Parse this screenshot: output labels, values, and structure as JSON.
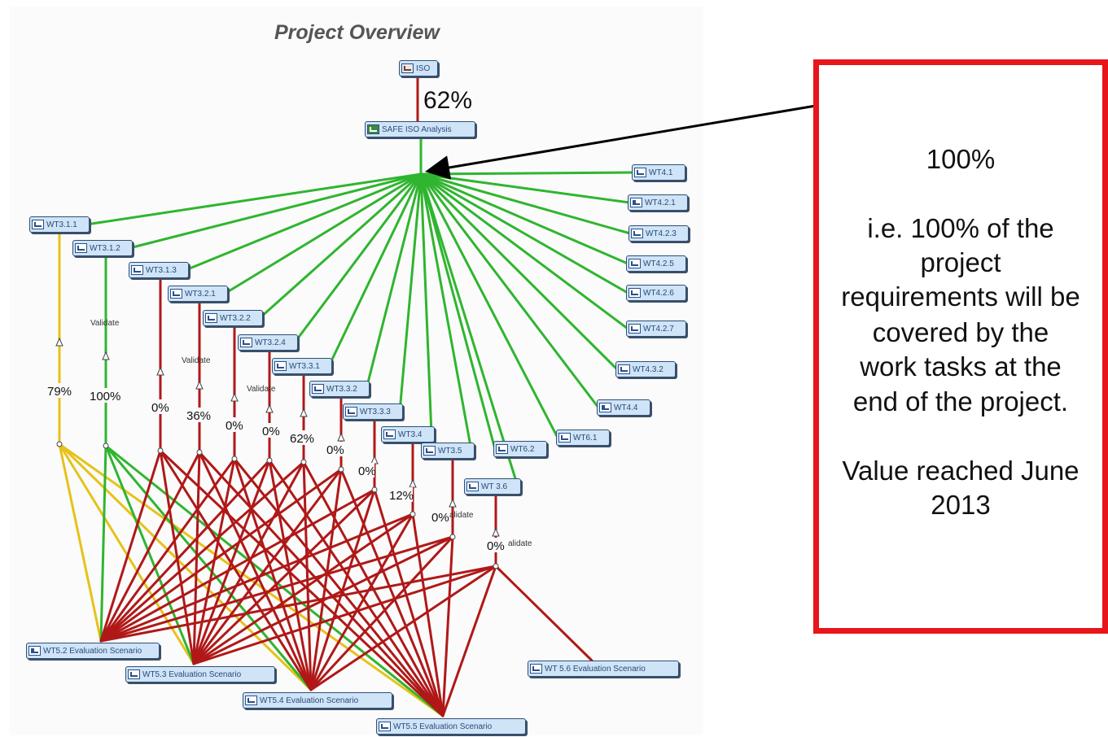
{
  "title": "Project Overview",
  "root_node": {
    "label": "ISO",
    "icon": "document-icon"
  },
  "root_link_value": "62%",
  "analysis_node": {
    "label": "SAFE ISO Analysis",
    "icon": "analysis-icon"
  },
  "work_tasks": [
    {
      "label": "WT3.1.1",
      "value": "79%",
      "validate": "",
      "link_color": "#e6c21a",
      "icon": "chart-icon"
    },
    {
      "label": "WT3.1.2",
      "value": "100%",
      "validate": "Validate",
      "link_color": "#2fb52f",
      "icon": "chart-icon"
    },
    {
      "label": "WT3.1.3",
      "value": "0%",
      "validate": "",
      "link_color": "#b01818",
      "icon": "chart-icon"
    },
    {
      "label": "WT3.2.1",
      "value": "36%",
      "validate": "Validate",
      "link_color": "#b01818",
      "icon": "chart-icon"
    },
    {
      "label": "WT3.2.2",
      "value": "0%",
      "validate": "",
      "link_color": "#b01818",
      "icon": "chart-icon"
    },
    {
      "label": "WT3.2.4",
      "value": "0%",
      "validate": "Validate",
      "link_color": "#b01818",
      "icon": "chart-icon"
    },
    {
      "label": "WT3.3.1",
      "value": "62%",
      "validate": "",
      "link_color": "#b01818",
      "icon": "chart-icon"
    },
    {
      "label": "WT3.3.2",
      "value": "0%",
      "validate": "",
      "link_color": "#b01818",
      "icon": "chart-icon"
    },
    {
      "label": "WT3.3.3",
      "value": "0%",
      "validate": "",
      "link_color": "#b01818",
      "icon": "chart-icon"
    },
    {
      "label": "WT3.4",
      "value": "12%",
      "validate": "",
      "link_color": "#b01818",
      "icon": "chart-icon"
    },
    {
      "label": "WT3.5",
      "value": "0%",
      "validate": "alidate",
      "link_color": "#b01818",
      "icon": "chart-icon"
    },
    {
      "label": "WT 3.6",
      "value": "0%",
      "validate": "alidate",
      "link_color": "#b01818",
      "icon": "chart-icon"
    }
  ],
  "right_tasks": [
    {
      "label": "WT4.1",
      "icon": "chart-icon"
    },
    {
      "label": "WT4.2.1",
      "icon": "bar-chart-icon"
    },
    {
      "label": "WT4.2.3",
      "icon": "chart-icon"
    },
    {
      "label": "WT4.2.5",
      "icon": "chart-icon"
    },
    {
      "label": "WT4.2.6",
      "icon": "chart-icon"
    },
    {
      "label": "WT4.2.7",
      "icon": "chart-icon"
    },
    {
      "label": "WT4.3.2",
      "icon": "chart-icon"
    },
    {
      "label": "WT4.4",
      "icon": "bar-chart-icon"
    },
    {
      "label": "WT6.1",
      "icon": "chart-icon"
    },
    {
      "label": "WT6.2",
      "icon": "chart-icon"
    }
  ],
  "scenarios": [
    {
      "label": "WT5.2 Evaluation Scenario",
      "icon": "bar-chart-icon"
    },
    {
      "label": "WT5.3 Evaluation Scenario",
      "icon": "chart-icon"
    },
    {
      "label": "WT5.4 Evaluation Scenario",
      "icon": "chart-icon"
    },
    {
      "label": "WT5.5 Evaluation Scenario",
      "icon": "chart-icon"
    },
    {
      "label": "WT 5.6 Evaluation Scenario",
      "icon": "chart-icon"
    }
  ],
  "colors": {
    "green_link": "#2fb52f",
    "red_link": "#b01818",
    "yellow_link": "#e6c21a",
    "callout_border": "#e8151b"
  },
  "callout": {
    "line1": "100%",
    "line2": "i.e. 100% of the",
    "line3": "project",
    "line4": "requirements will be",
    "line5": "covered by the",
    "line6": "work tasks at the",
    "line7": "end of the project.",
    "line8": "Value reached June",
    "line9": "2013"
  }
}
